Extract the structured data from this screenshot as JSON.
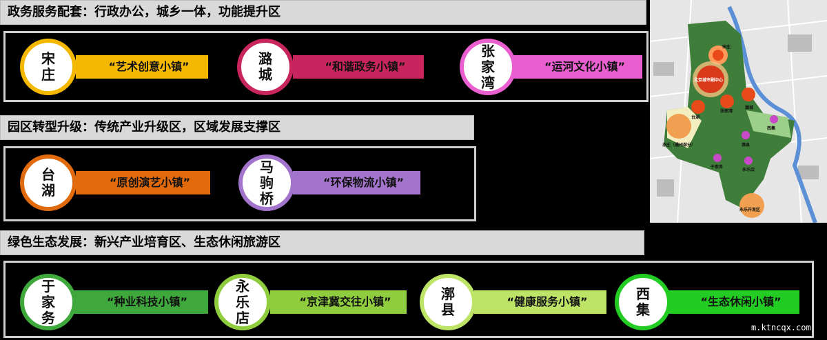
{
  "sections": [
    {
      "title": "政务服务配套：行政办公，城乡一体，功能提升区",
      "towns": [
        {
          "name": "宋庄",
          "slogan": "“艺术创意小镇”",
          "color": "#f5b800"
        },
        {
          "name": "潞城",
          "slogan": "“和谐政务小镇”",
          "color": "#c8245e"
        },
        {
          "name": "张家湾",
          "slogan": "“运河文化小镇”",
          "color": "#ea5fd0"
        }
      ]
    },
    {
      "title": "园区转型升级：传统产业升级区，区域发展支撑区",
      "towns": [
        {
          "name": "台湖",
          "slogan": "“原创演艺小镇”",
          "color": "#e06a0c"
        },
        {
          "name": "马驹桥",
          "slogan": "“环保物流小镇”",
          "color": "#a374cc"
        }
      ]
    },
    {
      "title": "绿色生态发展：新兴产业培育区、生态休闲旅游区",
      "towns": [
        {
          "name": "于家务",
          "slogan": "“种业科技小镇”",
          "color": "#3ea83c"
        },
        {
          "name": "永乐店",
          "slogan": "“京津冀交往小镇”",
          "color": "#8fcc3e"
        },
        {
          "name": "漷县",
          "slogan": "“健康服务小镇”",
          "color": "#bde466"
        },
        {
          "name": "西集",
          "slogan": "“生态休闲小镇”",
          "color": "#22cc22"
        }
      ]
    }
  ],
  "map": {
    "labels": [
      "宋庄",
      "北京城市副中心",
      "潞城",
      "张家湾",
      "台湖",
      "西集",
      "亦庄（通州部分）",
      "漷县",
      "于家务",
      "永乐店",
      "永乐开发区"
    ]
  },
  "watermark": "m.ktncqx.com"
}
